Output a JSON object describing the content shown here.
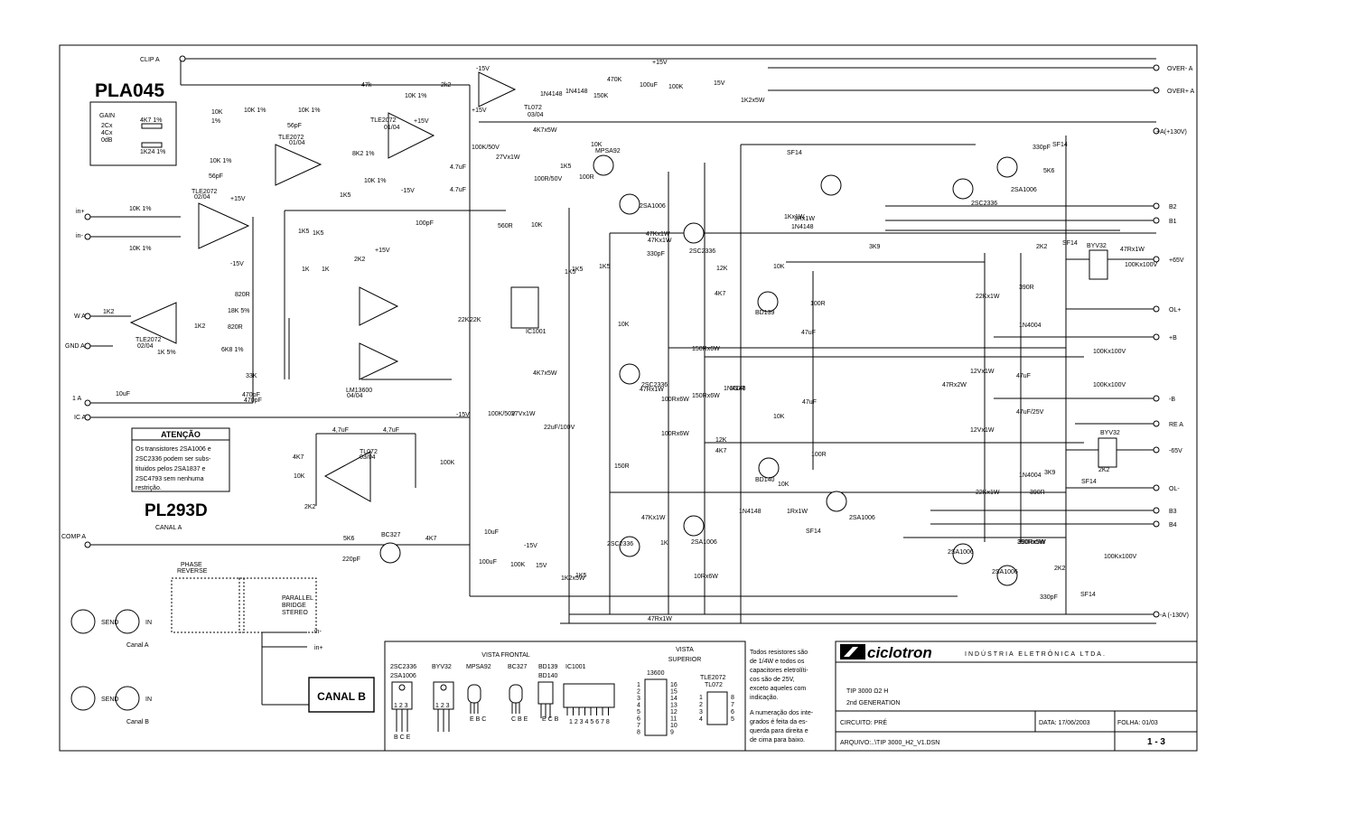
{
  "board": {
    "name": "PLA045",
    "model": "PL293D",
    "channel": "CANAL A"
  },
  "gain_switch": {
    "header": "GAIN",
    "options": [
      "2Cx",
      "4Cx",
      "0dB"
    ],
    "resistors": [
      "4K7 1%",
      "1K24 1%"
    ]
  },
  "left_connectors": [
    "CLIP A",
    "in+",
    "in-",
    "W A",
    "GND A",
    "1 A",
    "IC A",
    "COMP A"
  ],
  "right_connectors": [
    "OVER- A",
    "OVER+ A",
    "+A(+130V)",
    "B2",
    "B1",
    "+65V",
    "OL+",
    "+B",
    "-B",
    "RE A",
    "-65V",
    "OL-",
    "B3",
    "B4",
    "-A (-130V)"
  ],
  "warning": {
    "title": "ATENÇÃO",
    "lines": [
      "Os transistores 2SA1006 e",
      "2SC2336 podem ser subs-",
      "tituidos pelos 2SA1837 e",
      "2SC4793 sem nenhuma",
      "restrição."
    ]
  },
  "ic_labels": [
    "TLE2072",
    "TLE2072",
    "TLE2072",
    "TLE2072",
    "TL072",
    "LM13600",
    "IC1001",
    "TL072"
  ],
  "ic_sublabels": [
    "01/04",
    "01/04",
    "02/04",
    "02/04",
    "03/04",
    "04/04",
    "03/04"
  ],
  "supply_labels": [
    "-15V",
    "+15V",
    "+15V",
    "-15V",
    "+15V",
    "-15V",
    "+15V",
    "-15V",
    "-15V",
    "+15V"
  ],
  "component_labels": [
    "47k",
    "2k2",
    "10K 1%",
    "56pF",
    "10K",
    "1%",
    "10K 1%",
    "10K 1%",
    "8K2 1%",
    "10K 1%",
    "1K5",
    "10K 1%",
    "10K 1%",
    "56pF",
    "10K 1%",
    "820R",
    "18K 5%",
    "820R",
    "1K2",
    "1K2",
    "6K8 1%",
    "1K 5%",
    "33K",
    "470pF",
    "10uF",
    "4.7uF",
    "4.7uF",
    "100pF",
    "560R",
    "10K",
    "1K5",
    "1K",
    "2K2",
    "1K5",
    "1K",
    "1K5",
    "22K",
    "22K",
    "4,7uF",
    "4,7uF",
    "4K7",
    "10K",
    "2K2",
    "100K",
    "5K6",
    "220pF",
    "4K7",
    "BC327",
    "10uF",
    "100uF",
    "100K",
    "15V",
    "1K2x5W",
    "1K5",
    "470K",
    "150K",
    "100uF",
    "100K",
    "15V",
    "1K2x5W",
    "1N4148",
    "1N4148",
    "100K/50V",
    "27Vx1W",
    "4K7x5W",
    "10K",
    "MPSA92",
    "100R",
    "100R/50V",
    "1K5",
    "47Kx1W",
    "2SA1006",
    "1Kx1W",
    "1K5",
    "10K",
    "1K5",
    "4K7x5W",
    "100K/50V",
    "27Vx1W",
    "22uF/100V",
    "47Kx1W",
    "330pF",
    "2SC2336",
    "12K",
    "4K7",
    "10K",
    "1N4148",
    "BD139",
    "100R",
    "47uF",
    "150Rx6W",
    "100Rx6W",
    "150Rx6W",
    "100Rx6W",
    "2SC2336",
    "10K",
    "560R",
    "150R",
    "12K",
    "4K7",
    "1N4148",
    "1Rx1W",
    "2SA1006",
    "SF14",
    "BD140",
    "10K",
    "100R",
    "47uF",
    "1N4148",
    "47Kx1W",
    "1K",
    "2SC2336",
    "2SA1006",
    "10Rx6W",
    "47Rx1W",
    "SF14",
    "2SC2336",
    "2SA1006",
    "1Rx1W",
    "3K9",
    "5K6",
    "330pF",
    "SF14",
    "2K2",
    "BYV32",
    "390Rx5W",
    "100Kx100V",
    "22Kx1W",
    "390R",
    "1N4004",
    "47Rx2W",
    "12Vx1W",
    "47uF",
    "100Kx100V",
    "100Kx100V",
    "12Vx1W",
    "47uF/25V",
    "1N4004",
    "22Kx1W",
    "3K9",
    "390R",
    "SF14",
    "2K2",
    "BYV32",
    "2SA1006",
    "2SA1006",
    "390Rx5W",
    "2K2",
    "330pF",
    "SF14",
    "100Kx100V",
    "47Rx1W",
    "470pF",
    "SF14",
    "47Rx1W"
  ],
  "switch_labels": [
    "PHASE",
    "REVERSE",
    "PARALLEL",
    "BRIDGE",
    "STEREO"
  ],
  "xlr": {
    "send": "SEND",
    "in": "IN",
    "channel_a": "Canal A",
    "channel_b": "Canal B"
  },
  "bottom_wires": [
    "in-",
    "in+"
  ],
  "canal_b_box": "CANAL B",
  "pinout": {
    "front_title": "VISTA FRONTAL",
    "top_title_1": "VISTA",
    "top_title_2": "SUPERIOR",
    "parts": [
      {
        "name": "2SC2336",
        "name2": "2SA1006",
        "pins": "1 2 3",
        "legs": "B C E"
      },
      {
        "name": "BYV32",
        "name2": "",
        "pins": "1 2 3",
        "legs": ""
      },
      {
        "name": "MPSA92",
        "name2": "",
        "pins": "",
        "legs": "E B C"
      },
      {
        "name": "BC327",
        "name2": "",
        "pins": "",
        "legs": "C B E"
      },
      {
        "name": "BD139",
        "name2": "BD140",
        "pins": "",
        "legs": "E C B"
      },
      {
        "name": "IC1001",
        "name2": "",
        "pins": "1 2 3 4 5 6 7 8",
        "legs": ""
      }
    ],
    "dip16": {
      "name": "13600",
      "left": [
        "1",
        "2",
        "3",
        "4",
        "5",
        "6",
        "7",
        "8"
      ],
      "right": [
        "16",
        "15",
        "14",
        "13",
        "12",
        "11",
        "10",
        "9"
      ]
    },
    "dip8": {
      "name": "TLE2072",
      "name2": "TL072",
      "left": [
        "1",
        "2",
        "3",
        "4"
      ],
      "right": [
        "8",
        "7",
        "6",
        "5"
      ]
    }
  },
  "notes": [
    "Todos resistores são",
    "de 1/4W e  todos os",
    "capacitores eletrolíti-",
    "cos  são  de  25V,",
    "exceto aqueles com",
    "indicação.",
    "A numeração dos inte-",
    "grados é feita da es-",
    "querda para direita e",
    "de cima  para baixo."
  ],
  "title_block": {
    "company": "ciclotron",
    "company_sub": "INDÚSTRIA ELETRÔNICA LTDA.",
    "product": "TIP 3000 Ω2 H",
    "generation": "2nd GENERATION",
    "circuit": "CIRCUITO: PRÉ",
    "date": "DATA: 17/06/2003",
    "sheet": "FOLHA: 01/03",
    "file": "ARQUIVO:..\\TIP 3000_H2_V1.DSN",
    "page": "1 - 3"
  }
}
